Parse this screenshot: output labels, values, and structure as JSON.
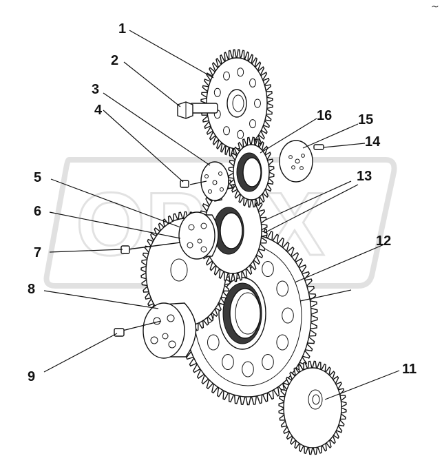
{
  "diagram": {
    "watermark_text": "OPEX",
    "corner_mark": "~",
    "callouts": [
      {
        "id": "1",
        "label": "1"
      },
      {
        "id": "2",
        "label": "2"
      },
      {
        "id": "3",
        "label": "3"
      },
      {
        "id": "4",
        "label": "4"
      },
      {
        "id": "5",
        "label": "5"
      },
      {
        "id": "6",
        "label": "6"
      },
      {
        "id": "7",
        "label": "7"
      },
      {
        "id": "8",
        "label": "8"
      },
      {
        "id": "9",
        "label": "9"
      },
      {
        "id": "11",
        "label": "11"
      },
      {
        "id": "12",
        "label": "12"
      },
      {
        "id": "13",
        "label": "13"
      },
      {
        "id": "14",
        "label": "14"
      },
      {
        "id": "15",
        "label": "15"
      },
      {
        "id": "16",
        "label": "16"
      }
    ]
  }
}
